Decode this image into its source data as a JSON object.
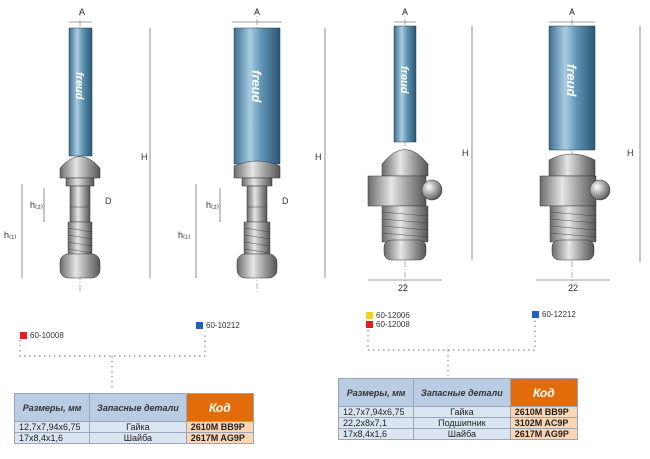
{
  "dimensions": {
    "a": "A",
    "h": "H",
    "d": "D",
    "h1": "h₍₁₎",
    "h2": "h₍₂₎",
    "bearing_dia": "22"
  },
  "brand": "freud",
  "left_group": {
    "codes": [
      {
        "code": "60-10008",
        "color": "#e02020"
      },
      {
        "code": "60-10212",
        "color": "#2060c0"
      }
    ],
    "table": {
      "headers": {
        "size": "Размеры, мм",
        "part": "Запасные детали",
        "code": "Код"
      },
      "rows": [
        {
          "size": "12,7x7,94x6,75",
          "part": "Гайка",
          "code": "2610M BB9P"
        },
        {
          "size": "17x8,4x1,6",
          "part": "Шайба",
          "code": "2617M AG9P"
        }
      ]
    }
  },
  "right_group": {
    "codes": [
      {
        "code": "60-12006",
        "color": "#f0d020"
      },
      {
        "code": "60-12008",
        "color": "#e02020"
      },
      {
        "code": "60-12212",
        "color": "#2060c0"
      }
    ],
    "table": {
      "headers": {
        "size": "Размеры, мм",
        "part": "Запасные детали",
        "code": "Код"
      },
      "rows": [
        {
          "size": "12,7x7,94x6,75",
          "part": "Гайка",
          "code": "2610M BB9P"
        },
        {
          "size": "22,2x8x7,1",
          "part": "Подшипник",
          "code": "3102M AC9P"
        },
        {
          "size": "17x8,4x1,6",
          "part": "Шайба",
          "code": "2617M AG9P"
        }
      ]
    }
  }
}
